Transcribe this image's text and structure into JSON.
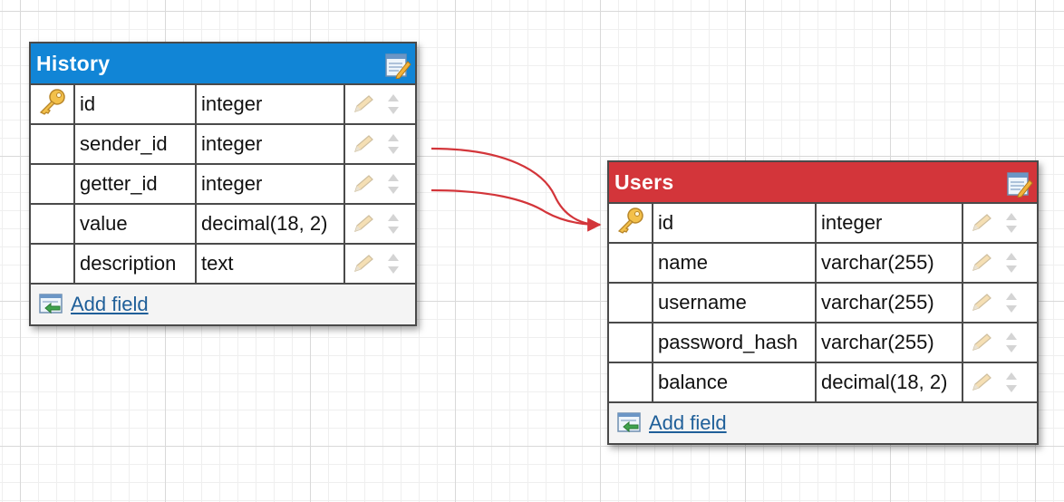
{
  "tables": [
    {
      "title": "History",
      "header_color": "#1185d6",
      "fields": [
        {
          "name": "id",
          "type": "integer",
          "primary_key": true
        },
        {
          "name": "sender_id",
          "type": "integer",
          "primary_key": false
        },
        {
          "name": "getter_id",
          "type": "integer",
          "primary_key": false
        },
        {
          "name": "value",
          "type": "decimal(18, 2)",
          "primary_key": false
        },
        {
          "name": "description",
          "type": "text",
          "primary_key": false
        }
      ],
      "add_field_label": "Add field"
    },
    {
      "title": "Users",
      "header_color": "#d3353a",
      "fields": [
        {
          "name": "id",
          "type": "integer",
          "primary_key": true
        },
        {
          "name": "name",
          "type": "varchar(255)",
          "primary_key": false
        },
        {
          "name": "username",
          "type": "varchar(255)",
          "primary_key": false
        },
        {
          "name": "password_hash",
          "type": "varchar(255)",
          "primary_key": false
        },
        {
          "name": "balance",
          "type": "decimal(18, 2)",
          "primary_key": false
        }
      ],
      "add_field_label": "Add field"
    }
  ],
  "relations": [
    {
      "from": "History.sender_id",
      "to": "Users.id"
    },
    {
      "from": "History.getter_id",
      "to": "Users.id"
    }
  ],
  "colors": {
    "relation_line": "#d3353a",
    "link": "#1f5f99",
    "border": "#4a4a4a"
  }
}
